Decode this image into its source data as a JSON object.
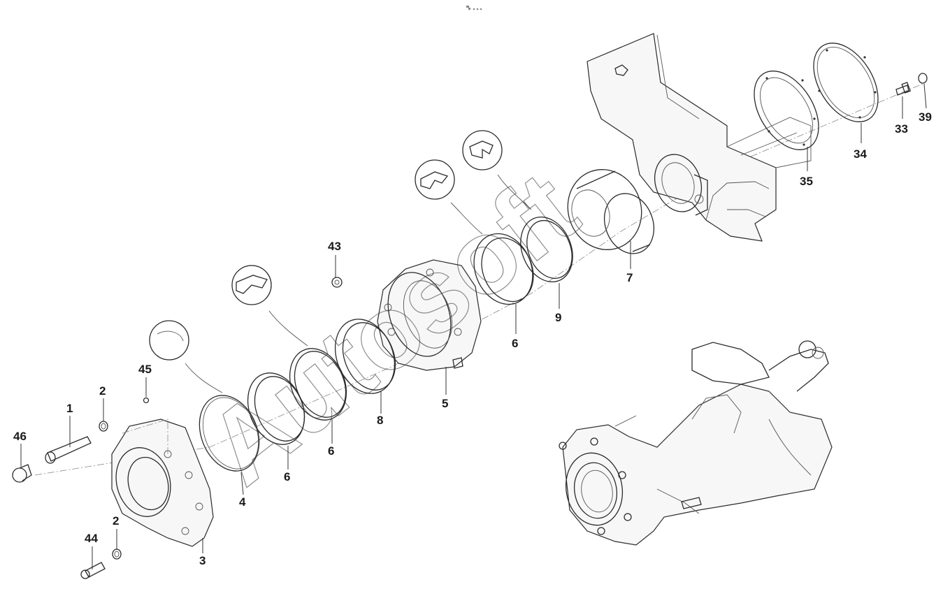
{
  "toolbar": {
    "icon": "more-options-icon"
  },
  "watermark": {
    "text": "Autosoft"
  },
  "callouts": {
    "c1": "1",
    "c2a": "2",
    "c2b": "2",
    "c3": "3",
    "c4": "4",
    "c5": "5",
    "c6a": "6",
    "c6b": "6",
    "c6c": "6",
    "c7": "7",
    "c8": "8",
    "c9": "9",
    "c33": "33",
    "c34": "34",
    "c35": "35",
    "c39": "39",
    "c43": "43",
    "c44": "44",
    "c45": "45",
    "c46": "46"
  },
  "colors": {
    "line": "#2b2b2b",
    "background": "#ffffff"
  }
}
